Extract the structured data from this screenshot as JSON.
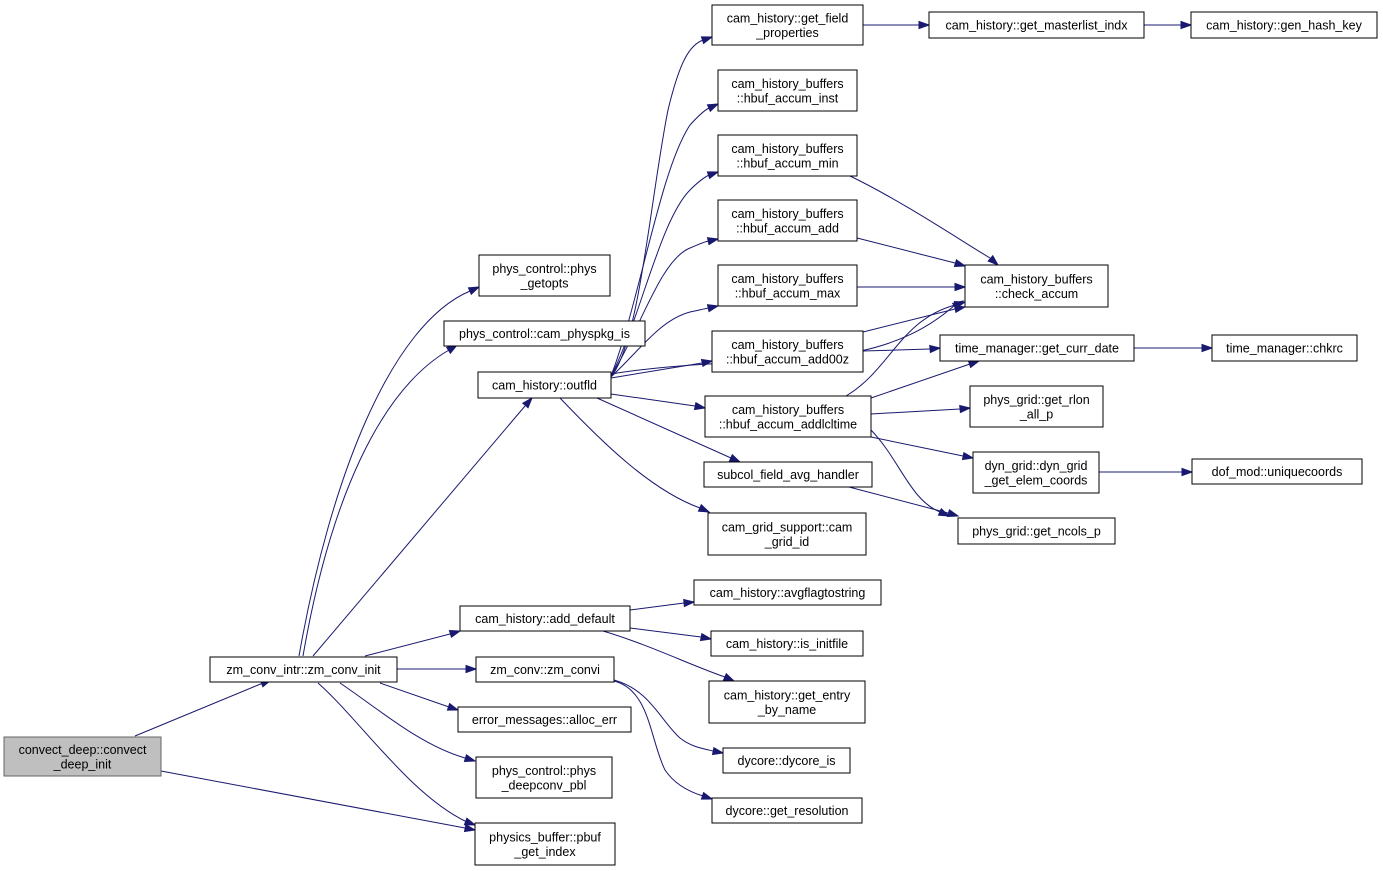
{
  "graph": {
    "edge_color": "#191970",
    "root_fill": "#bfbfbf",
    "nodes": {
      "convect_deep_init": [
        "convect_deep::convect",
        "_deep_init"
      ],
      "zm_conv_init": [
        "zm_conv_intr::zm_conv_init"
      ],
      "phys_getopts": [
        "phys_control::phys",
        "_getopts"
      ],
      "cam_physpkg_is": [
        "phys_control::cam_physpkg_is"
      ],
      "outfld": [
        "cam_history::outfld"
      ],
      "add_default": [
        "cam_history::add_default"
      ],
      "zm_convi": [
        "zm_conv::zm_convi"
      ],
      "alloc_err": [
        "error_messages::alloc_err"
      ],
      "phys_deepconv_pbl": [
        "phys_control::phys",
        "_deepconv_pbl"
      ],
      "pbuf_get_index": [
        "physics_buffer::pbuf",
        "_get_index"
      ],
      "get_field_properties": [
        "cam_history::get_field",
        "_properties"
      ],
      "hbuf_accum_inst": [
        "cam_history_buffers",
        "::hbuf_accum_inst"
      ],
      "hbuf_accum_min": [
        "cam_history_buffers",
        "::hbuf_accum_min"
      ],
      "hbuf_accum_add": [
        "cam_history_buffers",
        "::hbuf_accum_add"
      ],
      "hbuf_accum_max": [
        "cam_history_buffers",
        "::hbuf_accum_max"
      ],
      "hbuf_accum_add00z": [
        "cam_history_buffers",
        "::hbuf_accum_add00z"
      ],
      "hbuf_accum_addlcltime": [
        "cam_history_buffers",
        "::hbuf_accum_addlcltime"
      ],
      "subcol_field_avg_handler": [
        "subcol_field_avg_handler"
      ],
      "cam_grid_id": [
        "cam_grid_support::cam",
        "_grid_id"
      ],
      "avgflagtostring": [
        "cam_history::avgflagtostring"
      ],
      "is_initfile": [
        "cam_history::is_initfile"
      ],
      "get_entry_by_name": [
        "cam_history::get_entry",
        "_by_name"
      ],
      "dycore_is": [
        "dycore::dycore_is"
      ],
      "get_resolution": [
        "dycore::get_resolution"
      ],
      "get_masterlist_indx": [
        "cam_history::get_masterlist_indx"
      ],
      "gen_hash_key": [
        "cam_history::gen_hash_key"
      ],
      "check_accum": [
        "cam_history_buffers",
        "::check_accum"
      ],
      "get_curr_date": [
        "time_manager::get_curr_date"
      ],
      "chkrc": [
        "time_manager::chkrc"
      ],
      "get_rlon_all_p": [
        "phys_grid::get_rlon",
        "_all_p"
      ],
      "get_elem_coords": [
        "dyn_grid::dyn_grid",
        "_get_elem_coords"
      ],
      "uniquecoords": [
        "dof_mod::uniquecoords"
      ],
      "get_ncols_p": [
        "phys_grid::get_ncols_p"
      ]
    },
    "edges": [
      [
        "convect_deep_init",
        "zm_conv_init"
      ],
      [
        "convect_deep_init",
        "pbuf_get_index"
      ],
      [
        "zm_conv_init",
        "phys_getopts"
      ],
      [
        "zm_conv_init",
        "cam_physpkg_is"
      ],
      [
        "zm_conv_init",
        "outfld"
      ],
      [
        "zm_conv_init",
        "add_default"
      ],
      [
        "zm_conv_init",
        "zm_convi"
      ],
      [
        "zm_conv_init",
        "alloc_err"
      ],
      [
        "zm_conv_init",
        "phys_deepconv_pbl"
      ],
      [
        "zm_conv_init",
        "pbuf_get_index"
      ],
      [
        "outfld",
        "get_field_properties"
      ],
      [
        "outfld",
        "hbuf_accum_inst"
      ],
      [
        "outfld",
        "hbuf_accum_min"
      ],
      [
        "outfld",
        "hbuf_accum_add"
      ],
      [
        "outfld",
        "hbuf_accum_max"
      ],
      [
        "outfld",
        "hbuf_accum_add00z"
      ],
      [
        "outfld",
        "hbuf_accum_addlcltime"
      ],
      [
        "outfld",
        "subcol_field_avg_handler"
      ],
      [
        "outfld",
        "cam_grid_id"
      ],
      [
        "outfld",
        "check_accum"
      ],
      [
        "add_default",
        "avgflagtostring"
      ],
      [
        "add_default",
        "is_initfile"
      ],
      [
        "add_default",
        "get_entry_by_name"
      ],
      [
        "zm_convi",
        "dycore_is"
      ],
      [
        "zm_convi",
        "get_resolution"
      ],
      [
        "get_field_properties",
        "get_masterlist_indx"
      ],
      [
        "get_masterlist_indx",
        "gen_hash_key"
      ],
      [
        "hbuf_accum_min",
        "check_accum"
      ],
      [
        "hbuf_accum_add",
        "check_accum"
      ],
      [
        "hbuf_accum_max",
        "check_accum"
      ],
      [
        "hbuf_accum_add00z",
        "check_accum"
      ],
      [
        "hbuf_accum_add00z",
        "get_curr_date"
      ],
      [
        "hbuf_accum_addlcltime",
        "check_accum"
      ],
      [
        "hbuf_accum_addlcltime",
        "get_curr_date"
      ],
      [
        "hbuf_accum_addlcltime",
        "get_rlon_all_p"
      ],
      [
        "hbuf_accum_addlcltime",
        "get_elem_coords"
      ],
      [
        "hbuf_accum_addlcltime",
        "get_ncols_p"
      ],
      [
        "get_curr_date",
        "chkrc"
      ],
      [
        "get_elem_coords",
        "uniquecoords"
      ],
      [
        "subcol_field_avg_handler",
        "get_ncols_p"
      ]
    ]
  }
}
